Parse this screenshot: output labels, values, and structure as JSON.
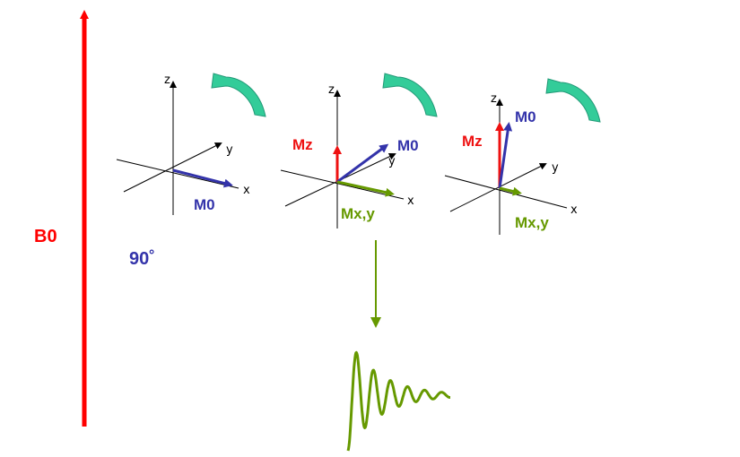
{
  "field": {
    "label": "B0",
    "color": "#ff0000"
  },
  "pulse": {
    "label": "90˚",
    "color": "#3333aa"
  },
  "vector_colors": {
    "m0": "#3333aa",
    "mz": "#ee1111",
    "mxy": "#669900",
    "rotation": "#33cc99",
    "signal": "#669900"
  },
  "frames": [
    {
      "axes": {
        "z": "z",
        "y": "y",
        "x": "x"
      },
      "labels": {
        "m0": "M0"
      }
    },
    {
      "axes": {
        "z": "z",
        "y": "y",
        "x": "x"
      },
      "labels": {
        "mz": "Mz",
        "m0": "M0",
        "mxy": "Mx,y"
      }
    },
    {
      "axes": {
        "z": "z",
        "y": "y",
        "x": "x"
      },
      "labels": {
        "mz": "Mz",
        "m0": "M0",
        "mxy": "Mx,y"
      }
    }
  ]
}
